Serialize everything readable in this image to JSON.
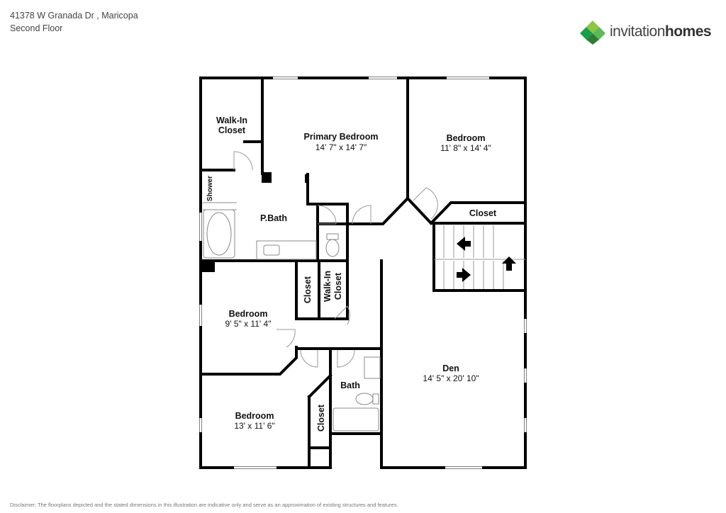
{
  "header": {
    "address": "41378 W Granada Dr , Maricopa",
    "floor": "Second Floor"
  },
  "brand": {
    "name_light": "invitation",
    "name_bold": "homes",
    "logo_colors": [
      "#8dc63f",
      "#1b9e4b",
      "#5cb85c",
      "#2e7d32"
    ]
  },
  "rooms": {
    "walkin_closet_1": {
      "name": "Walk-In",
      "name2": "Closet"
    },
    "primary_bedroom": {
      "name": "Primary Bedroom",
      "dims": "14' 7\" x 14' 7\""
    },
    "bedroom_ne": {
      "name": "Bedroom",
      "dims": "11' 8\" x 14' 4\""
    },
    "closet_ne": {
      "name": "Closet"
    },
    "shower": {
      "name": "Shower"
    },
    "p_bath": {
      "name": "P.Bath"
    },
    "bedroom_w": {
      "name": "Bedroom",
      "dims": "9' 5\" x 11' 4\""
    },
    "closet_w": {
      "name": "Closet"
    },
    "walkin_closet_2": {
      "name": "Walk-In",
      "name2": "Closet"
    },
    "bath": {
      "name": "Bath"
    },
    "bedroom_sw": {
      "name": "Bedroom",
      "dims": "13' x 11' 6\""
    },
    "closet_sw": {
      "name": "Closet"
    },
    "den": {
      "name": "Den",
      "dims": "14' 5\" x 20' 10\""
    }
  },
  "disclaimer": "Disclaimer: The floorplans depicted and the stated dimensions in this illustration are indicative only and serve as an approximation of existing structures and features."
}
